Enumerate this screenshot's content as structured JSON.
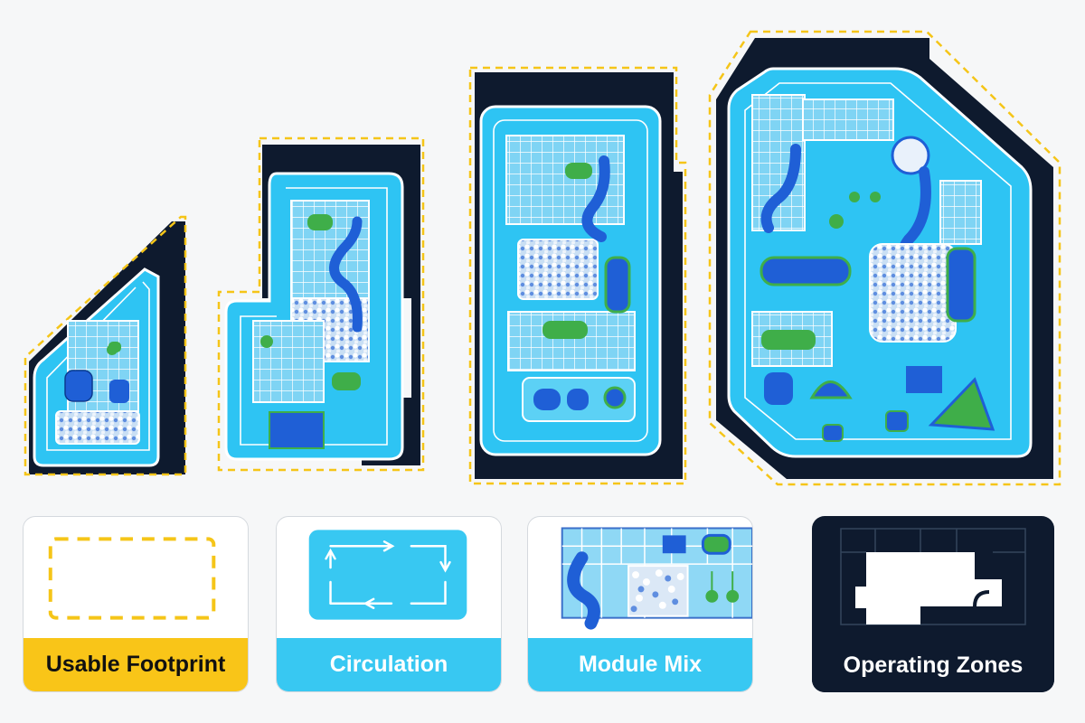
{
  "colors": {
    "footprint_line": "#f5c518",
    "wall": "#0e1a2e",
    "floor": "#2ec4f3",
    "floor_edge": "#ffffff",
    "module_blue": "#1f5fd6",
    "module_green": "#3fae49",
    "ball_white": "#e9f1fb"
  },
  "legend": [
    {
      "label": "Usable Footprint",
      "icon": "dashed-rectangle-icon"
    },
    {
      "label": "Circulation",
      "icon": "loop-arrows-icon"
    },
    {
      "label": "Module Mix",
      "icon": "play-modules-icon"
    },
    {
      "label": "Operating Zones",
      "icon": "zone-map-icon"
    }
  ],
  "plans": [
    {
      "id": "plan-1",
      "modules": [
        "ball-pit",
        "tunnel",
        "climb-frame"
      ]
    },
    {
      "id": "plan-2",
      "modules": [
        "ball-pit",
        "spiral-slide",
        "climb-frame",
        "wedge-mats"
      ]
    },
    {
      "id": "plan-3",
      "modules": [
        "ball-pit",
        "spiral-slide",
        "climb-frame",
        "toddler-arch"
      ]
    },
    {
      "id": "plan-4",
      "modules": [
        "ball-pit",
        "spiral-slide",
        "climb-frame",
        "roller-tube",
        "dome-climber",
        "soft-blocks"
      ]
    }
  ]
}
